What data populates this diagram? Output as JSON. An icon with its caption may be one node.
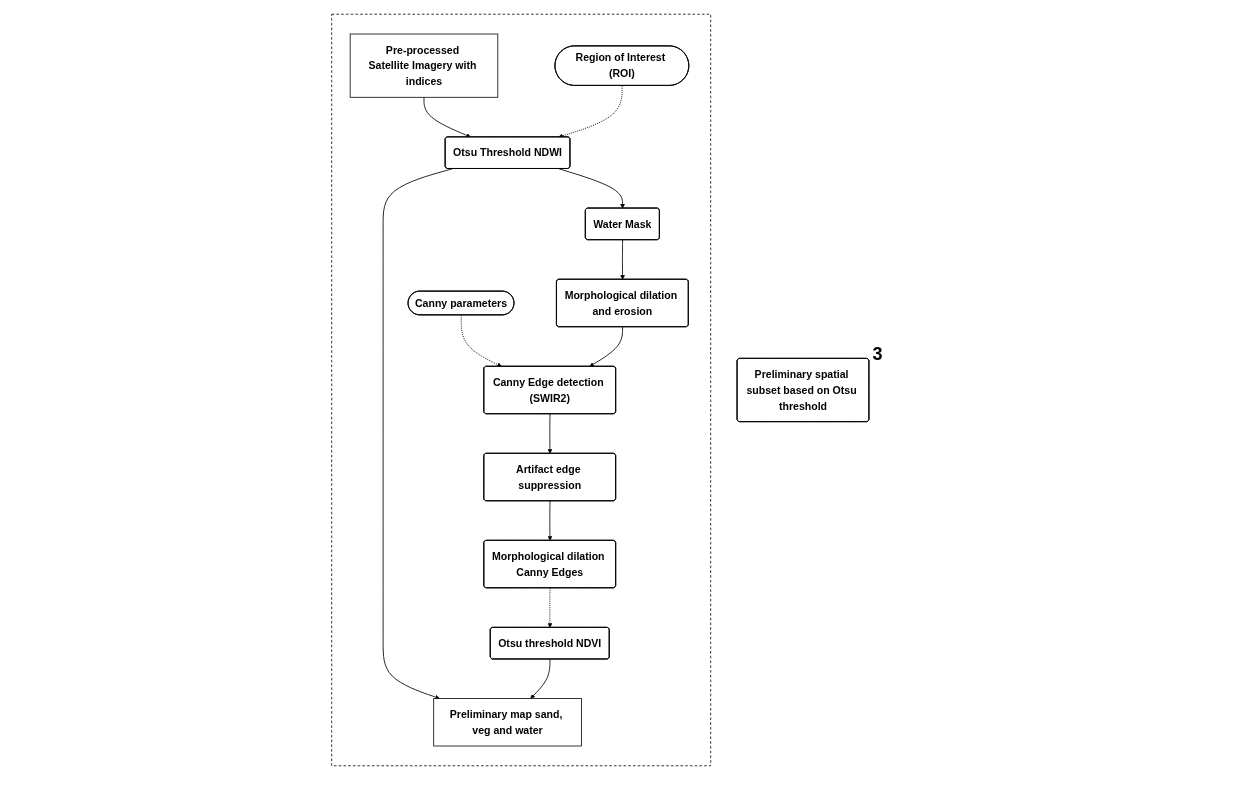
{
  "diagram": {
    "nodes": [
      {
        "text": [
          "Preliminary spatial subset based on Otsu threshold"
        ],
        "beside": [
          "3"
        ]
      },
      {
        "text": [],
        "shape": "box"
      },
      {
        "text": [
          "Pre-processed Satellite Imagery with indices"
        ],
        "in": 1
      },
      {
        "text": [
          "Region of Interest (ROI)"
        ],
        "in": 1
      },
      {
        "text": [
          "Canny parameters"
        ],
        "in": 1
      },
      {
        "text": [
          "Otsu Threshold NDWI"
        ],
        "in": 1
      },
      {
        "text": [
          "Water Mask"
        ],
        "in": 1
      },
      {
        "text": [
          "Morphological dilation and erosion"
        ],
        "in": 1
      },
      {
        "text": [
          "Canny Edge detection (SWIR2)"
        ],
        "in": 1
      },
      {
        "text": [
          "Preliminary map sand, veg and water"
        ],
        "in": 1
      },
      {
        "text": [
          "Otsu threshold NDVI"
        ],
        "in": 1
      },
      {
        "text": [
          "Morphological dilation Canny Edges"
        ],
        "in": 1
      },
      {
        "text": [
          "Artifact edge suppression"
        ],
        "in": 1
      }
    ],
    "edges": [
      {
        "from": 2,
        "to": 5,
        "arrow": "to"
      },
      {
        "from": 3,
        "to": 5,
        "arrow": "to",
        "style": "dashed"
      },
      {
        "from": 4,
        "to": 8,
        "arrow": "to",
        "style": "dashed"
      },
      {
        "from": 5,
        "to": 6,
        "arrow": "to"
      },
      {
        "from": 6,
        "to": 7,
        "arrow": "to"
      },
      {
        "from": 7,
        "to": 8,
        "arrow": "to"
      },
      {
        "from": 5,
        "to": 9,
        "arrow": "to"
      },
      {
        "from": 8,
        "to": 12,
        "arrow": "to"
      },
      {
        "from": 12,
        "to": 11,
        "arrow": "to"
      },
      {
        "from": 11,
        "to": 10,
        "arrow": "to",
        "style": "dashed"
      },
      {
        "from": 10,
        "to": 9,
        "arrow": "to"
      }
    ]
  }
}
